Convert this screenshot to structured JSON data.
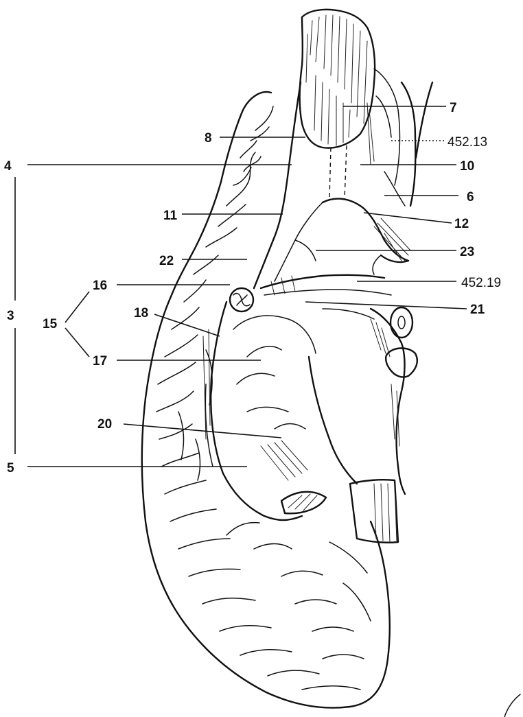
{
  "labels": {
    "l3": "3",
    "l4": "4",
    "l5": "5",
    "l6": "6",
    "l7": "7",
    "l8": "8",
    "l10": "10",
    "l11": "11",
    "l12": "12",
    "l13": "452.13",
    "l15": "15",
    "l16": "16",
    "l17": "17",
    "l18": "18",
    "l19": "452.19",
    "l20": "20",
    "l21": "21",
    "l22": "22",
    "l23": "23"
  }
}
